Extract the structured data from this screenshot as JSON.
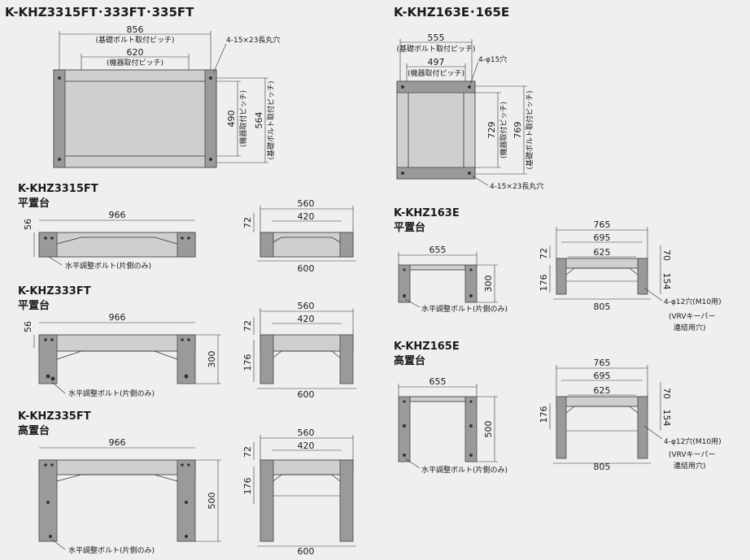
{
  "colors": {
    "background": "#efefef",
    "frame": "#cfcfcf",
    "leg": "#9a9a9a",
    "line": "#333333"
  },
  "group_left": {
    "title": "K-KHZ3315FT･333FT･335FT",
    "top_view": {
      "d856": "856",
      "d856_note": "(基礎ボルト取付ピッチ)",
      "d620": "620",
      "d620_note": "(機器取付ピッチ)",
      "hole_note": "4-15×23長丸穴",
      "d490": "490",
      "d490_note": "(機器取付ピッチ)",
      "d564": "564",
      "d564_note": "(基礎ボルト取付ピッチ)"
    },
    "models": [
      {
        "title": "K-KHZ3315FT",
        "subtitle": "平置台",
        "w966": "966",
        "h56": "56",
        "d560": "560",
        "d420": "420",
        "d600": "600",
        "h72": "72",
        "note": "水平調整ボルト(片側のみ)"
      },
      {
        "title": "K-KHZ333FT",
        "subtitle": "平置台",
        "w966": "966",
        "h56": "56",
        "h300": "300",
        "d560": "560",
        "d420": "420",
        "d600": "600",
        "h72": "72",
        "h176": "176",
        "note": "水平調整ボルト(片側のみ)"
      },
      {
        "title": "K-KHZ335FT",
        "subtitle": "高置台",
        "w966": "966",
        "h500": "500",
        "d560": "560",
        "d420": "420",
        "d600": "600",
        "h72": "72",
        "h176": "176",
        "note": "水平調整ボルト(片側のみ)"
      }
    ]
  },
  "group_right": {
    "title": "K-KHZ163E･165E",
    "top_view": {
      "d555": "555",
      "d555_note": "(基礎ボルト取付ピッチ)",
      "d497": "497",
      "d497_note": "(機器取付ピッチ)",
      "hole_top": "4-φ15穴",
      "d729": "729",
      "d729_note": "(機器取付ピッチ)",
      "d769": "769",
      "d769_note": "(基礎ボルト取付ピッチ)",
      "hole_bottom": "4-15×23長丸穴"
    },
    "models": [
      {
        "title": "K-KHZ163E",
        "subtitle": "平置台",
        "d655": "655",
        "h300": "300",
        "w765": "765",
        "w695": "695",
        "w625": "625",
        "w805": "805",
        "h72": "72",
        "h176": "176",
        "h70": "70",
        "h154": "154",
        "note": "水平調整ボルト(片側のみ)",
        "hole": "4-φ12穴(M10用)",
        "hole2": "(VRVキーパー",
        "hole3": "連結用穴)"
      },
      {
        "title": "K-KHZ165E",
        "subtitle": "高置台",
        "d655": "655",
        "h500": "500",
        "w765": "765",
        "w695": "695",
        "w625": "625",
        "w805": "805",
        "h176": "176",
        "h70": "70",
        "h154": "154",
        "note": "水平調整ボルト(片側のみ)",
        "hole": "4-φ12穴(M10用)",
        "hole2": "(VRVキーパー",
        "hole3": "連結用穴)"
      }
    ]
  }
}
